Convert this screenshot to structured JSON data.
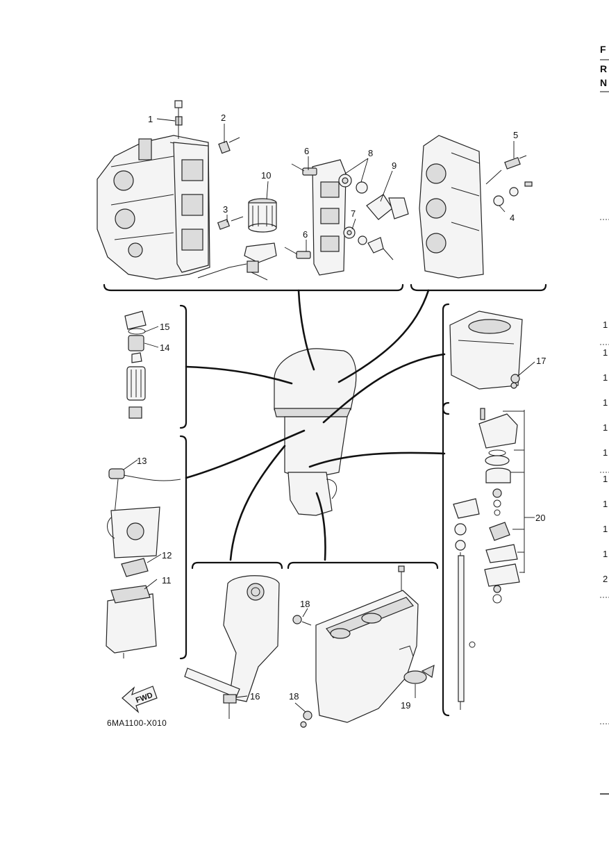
{
  "diagram": {
    "reference_code": "6MA1100-X010",
    "fwd_label": "FWD",
    "callouts": [
      "1",
      "2",
      "3",
      "4",
      "5",
      "6",
      "6",
      "7",
      "8",
      "9",
      "10",
      "11",
      "12",
      "13",
      "14",
      "15",
      "16",
      "17",
      "18",
      "18",
      "19",
      "20"
    ]
  },
  "right_edge": {
    "header_letters": [
      "F",
      "R",
      "N"
    ],
    "row_numbers": [
      "1",
      "1",
      "1",
      "1",
      "1",
      "1",
      "1",
      "1",
      "1",
      "1",
      "2"
    ]
  }
}
